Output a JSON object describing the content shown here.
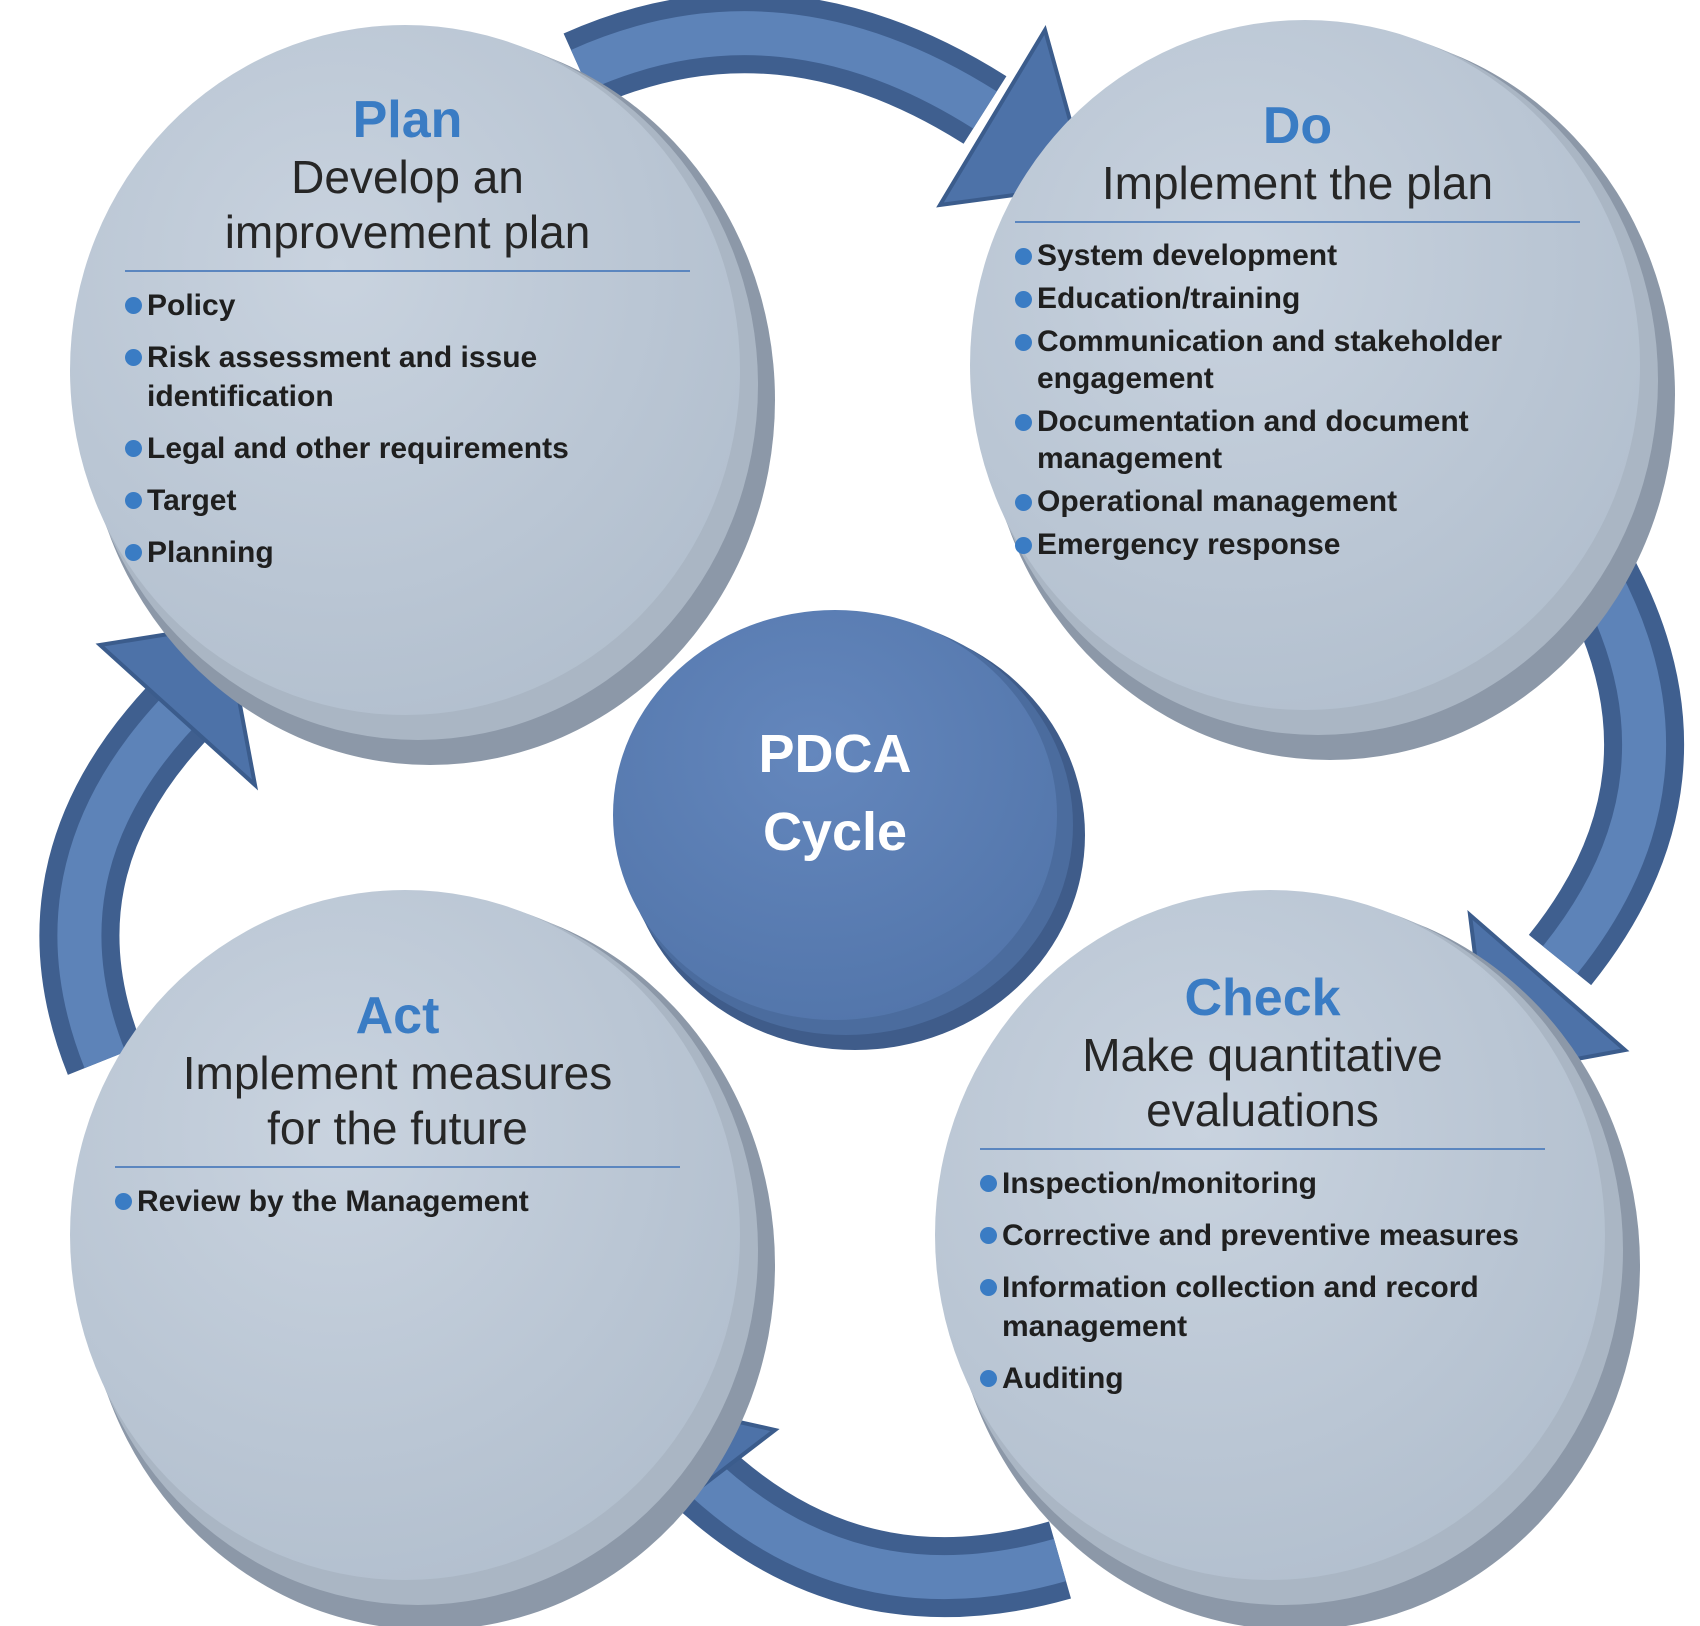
{
  "colors": {
    "accent": "#3a7cc4",
    "circle": "#bec9d6",
    "arrow": "#5178ad",
    "center": "#5b7fb5"
  },
  "center": {
    "line1": "PDCA",
    "line2": "Cycle"
  },
  "plan": {
    "title": "Plan",
    "subtitle": [
      "Develop an",
      "improvement plan"
    ],
    "items": [
      "Policy",
      "Risk assessment and issue identification",
      "Legal and other requirements",
      "Target",
      "Planning"
    ]
  },
  "do": {
    "title": "Do",
    "subtitle": [
      "Implement the plan"
    ],
    "items": [
      "System development",
      "Education/training",
      "Communication and stakeholder engagement",
      "Documentation and document management",
      "Operational management",
      "Emergency response"
    ]
  },
  "check": {
    "title": "Check",
    "subtitle": [
      "Make quantitative",
      "evaluations"
    ],
    "items": [
      "Inspection/monitoring",
      "Corrective and preventive measures",
      "Information collection and record management",
      "Auditing"
    ]
  },
  "act": {
    "title": "Act",
    "subtitle": [
      "Implement measures",
      "for the future"
    ],
    "items": [
      "Review by the Management"
    ]
  }
}
